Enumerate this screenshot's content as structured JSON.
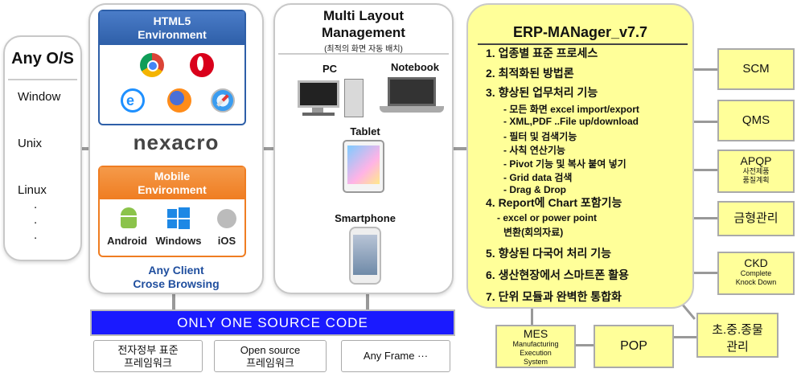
{
  "os": {
    "title": "Any O/S",
    "items": [
      "Window",
      "Unix",
      "Linux",
      ".",
      ".",
      "."
    ]
  },
  "client": {
    "html5_header": "HTML5 Environment",
    "brand": "nexacro",
    "mobile_header": "Mobile Environment",
    "mobile_platforms": [
      "Android",
      "Windows",
      "iOS"
    ],
    "footer_line1": "Any Client",
    "footer_line2": "Crose Browsing"
  },
  "layout": {
    "title_line1": "Multi Layout",
    "title_line2": "Management",
    "subtitle": "(최적의 화면 자동 배치)",
    "devices": [
      "PC",
      "Notebook",
      "Tablet",
      "Smartphone"
    ]
  },
  "erp": {
    "title": "ERP-MANager_v7.7",
    "items": [
      "1.  업종별 표준 프로세스",
      "2.  최적화된 방법론",
      "3.  향상된 업무처리 기능"
    ],
    "subitems": [
      "- 모든 화면 excel import/export",
      "- XML,PDF ..File  up/download",
      "- 필터 및 검색기능",
      "- 사칙 연산기능",
      "- Pivot 기능 및 복사 붙여 넣기",
      "- Grid data 검색",
      "- Drag & Drop"
    ],
    "item4": "4. Report에 Chart 포함기능",
    "item4_sub1": "- excel or power point",
    "item4_sub2": "변환(회의자료)",
    "item5": "5. 향상된 다국어 처리 기능",
    "item6": "6. 생산현장에서 스마트폰 활용",
    "item7": "7. 단위 모듈과 완벽한 통합화"
  },
  "modules": {
    "scm": "SCM",
    "qms": "QMS",
    "apqp": "APQP",
    "apqp_sub1": "사전제품",
    "apqp_sub2": "품질계획",
    "mold": "금형관리",
    "ckd": "CKD",
    "ckd_sub1": "Complete",
    "ckd_sub2": "Knock Down",
    "mes": "MES",
    "mes_sub1": "Manufacturing",
    "mes_sub2": "Execution",
    "mes_sub3": "System",
    "pop": "POP",
    "material_line1": "초.중.종물",
    "material_line2": "관리"
  },
  "source_bar": "ONLY ONE SOURCE CODE",
  "frameworks": [
    {
      "line1": "전자정부 표준",
      "line2": "프레임워크"
    },
    {
      "line1": "Open source",
      "line2": "프레임워크"
    },
    {
      "line1": "Any Frame ···",
      "line2": ""
    }
  ],
  "colors": {
    "html5_blue": "#2e5fa8",
    "mobile_orange": "#ef7d22",
    "source_bar": "#1a1aff",
    "erp_yellow": "#ffff99",
    "link_blue": "#1f4e9e"
  }
}
